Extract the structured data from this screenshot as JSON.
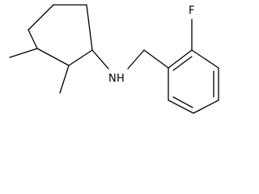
{
  "molecule": {
    "atoms": {
      "amine": "N",
      "amine_h": "H",
      "fluorine": "F"
    },
    "line_color": "#000000",
    "background": "#ffffff"
  }
}
